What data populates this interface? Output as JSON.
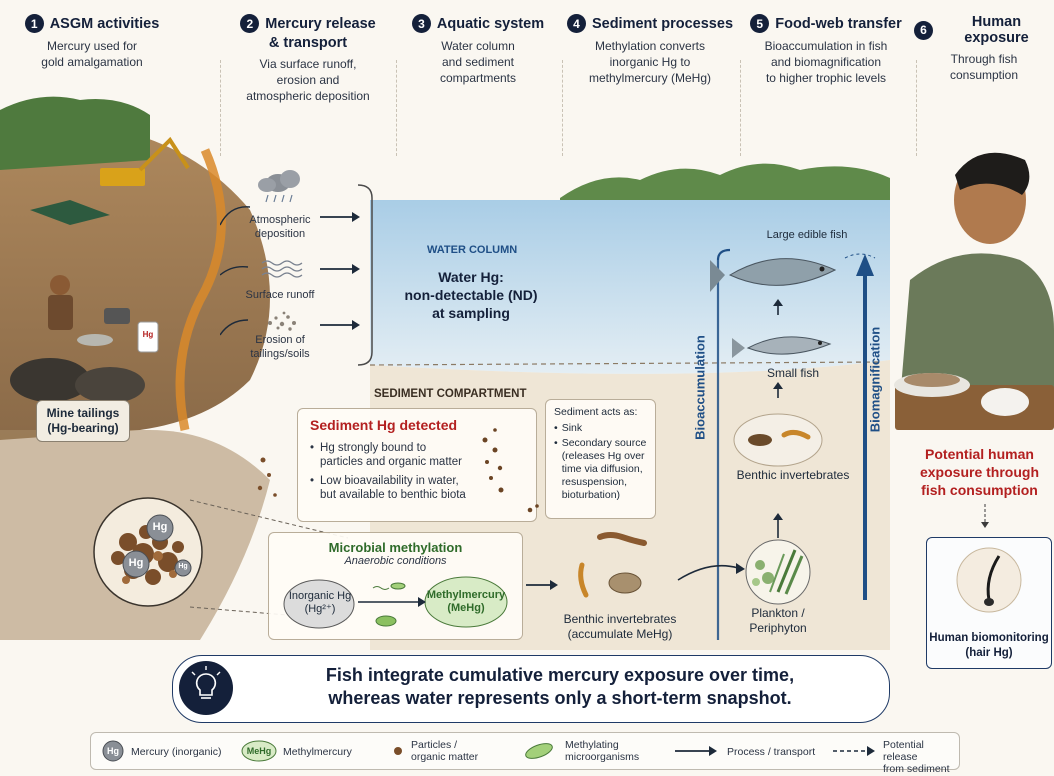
{
  "steps": [
    {
      "num": "1",
      "title": "ASGM activities",
      "title2": "",
      "desc": [
        "Mercury used for",
        "gold amalgamation"
      ]
    },
    {
      "num": "2",
      "title": "Mercury release",
      "title2": "& transport",
      "desc": [
        "Via surface runoff,",
        "erosion and",
        "atmospheric deposition"
      ]
    },
    {
      "num": "3",
      "title": "Aquatic system",
      "title2": "",
      "desc": [
        "Water column",
        "and sediment",
        "compartments"
      ]
    },
    {
      "num": "4",
      "title": "Sediment processes",
      "title2": "",
      "desc": [
        "Methylation converts",
        "inorganic Hg to",
        "methylmercury (MeHg)"
      ]
    },
    {
      "num": "5",
      "title": "Food-web transfer",
      "title2": "",
      "desc": [
        "Bioaccumulation in fish",
        "and biomagnification",
        "to higher trophic levels"
      ]
    },
    {
      "num": "6",
      "title": "Human exposure",
      "title2": "",
      "desc": [
        "Through fish",
        "consumption"
      ]
    }
  ],
  "mine": {
    "hg_bottle": "Hg",
    "tailings_label": [
      "Mine tailings",
      "(Hg-bearing)"
    ]
  },
  "transport": {
    "atmospheric": [
      "Atmospheric",
      "deposition"
    ],
    "runoff": [
      "Surface runoff"
    ],
    "erosion": [
      "Erosion of",
      "tailings/soils"
    ]
  },
  "water": {
    "heading": "WATER COLUMN",
    "text": [
      "Water Hg:",
      "non-detectable (ND)",
      "at sampling"
    ]
  },
  "sediment": {
    "heading": "SEDIMENT COMPARTMENT",
    "detected_title": "Sediment Hg detected",
    "bullets": [
      [
        "Hg strongly bound to",
        "particles and organic matter"
      ],
      [
        "Low bioavailability in water,",
        "but available to benthic biota"
      ]
    ],
    "acts_title": "Sediment acts as:",
    "acts_items": [
      [
        "Sink"
      ],
      [
        "Secondary source",
        "(releases Hg over",
        "time via diffusion,",
        "resuspension,",
        "bioturbation)"
      ]
    ]
  },
  "particle_labels": [
    "Hg",
    "Hg",
    "Hg"
  ],
  "methylation": {
    "title": "Microbial methylation",
    "subtitle": "Anaerobic conditions",
    "inorganic": [
      "Inorganic Hg",
      "(Hg²⁺)"
    ],
    "methyl": [
      "Methylmercury",
      "(MeHg)"
    ]
  },
  "benthic_sediment": [
    "Benthic invertebrates",
    "(accumulate MeHg)"
  ],
  "foodweb": {
    "large_fish": "Large edible fish",
    "small_fish": "Small fish",
    "benthic": "Benthic invertebrates",
    "plankton": [
      "Plankton /",
      "Periphyton"
    ],
    "bioaccumulation": "Bioaccumulation",
    "biomagnification": "Biomagnification"
  },
  "human": {
    "exposure": [
      "Potential human",
      "exposure through",
      "fish consumption"
    ],
    "biomonitoring": [
      "Human biomonitoring",
      "(hair Hg)"
    ]
  },
  "key_message": [
    "Fish integrate cumulative mercury exposure over time,",
    "whereas water represents only a short-term snapshot."
  ],
  "legend": {
    "hg_symbol": "Hg",
    "hg_text": "Mercury (inorganic)",
    "mehg_symbol": "MeHg",
    "mehg_text": "Methylmercury",
    "particles": [
      "Particles /",
      "organic matter"
    ],
    "microbes": [
      "Methylating",
      "microorganisms"
    ],
    "process": "Process / transport",
    "potential": [
      "Potential release",
      "from sediment"
    ]
  },
  "colors": {
    "navy": "#14203a",
    "red": "#b32020",
    "green": "#2f6b2a",
    "water": "#cfe2ef",
    "sediment": "#efe6d6"
  }
}
